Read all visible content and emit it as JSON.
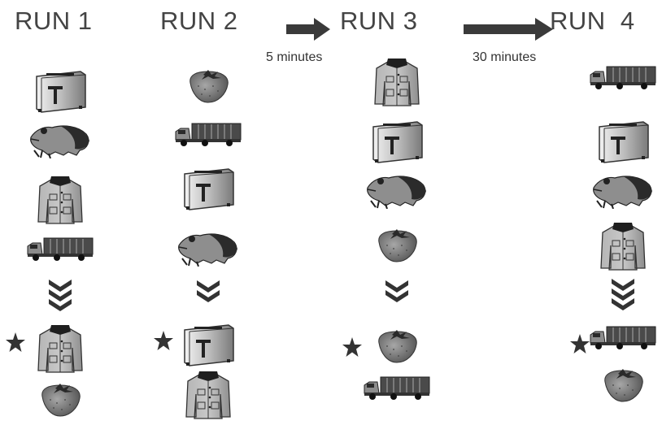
{
  "runs": [
    {
      "title": "RUN 1",
      "sequence": [
        "toaster",
        "frog",
        "jacket",
        "truck"
      ],
      "repeats": 3,
      "starred": "jacket",
      "after": "strawberry"
    },
    {
      "title": "RUN 2",
      "sequence": [
        "strawberry",
        "truck",
        "toaster",
        "frog"
      ],
      "repeats": 2,
      "starred": "toaster",
      "after": "jacket"
    },
    {
      "title": "RUN 3",
      "sequence": [
        "jacket",
        "toaster",
        "frog",
        "strawberry"
      ],
      "repeats": 2,
      "starred": "strawberry",
      "after": "truck"
    },
    {
      "title": "RUN  4",
      "sequence": [
        "truck",
        "toaster",
        "frog",
        "jacket"
      ],
      "repeats": 3,
      "starred": "truck",
      "after": "strawberry"
    }
  ],
  "intervals": [
    {
      "label": "5 minutes"
    },
    {
      "label": "30 minutes"
    }
  ],
  "icons": {
    "star": "star-icon",
    "arrow": "right-arrow-icon",
    "repeat": "down-chevron-icon"
  },
  "colors": {
    "title_text": "#444444",
    "object_fill": "#9a9a9a",
    "dark": "#2a2a2a"
  }
}
